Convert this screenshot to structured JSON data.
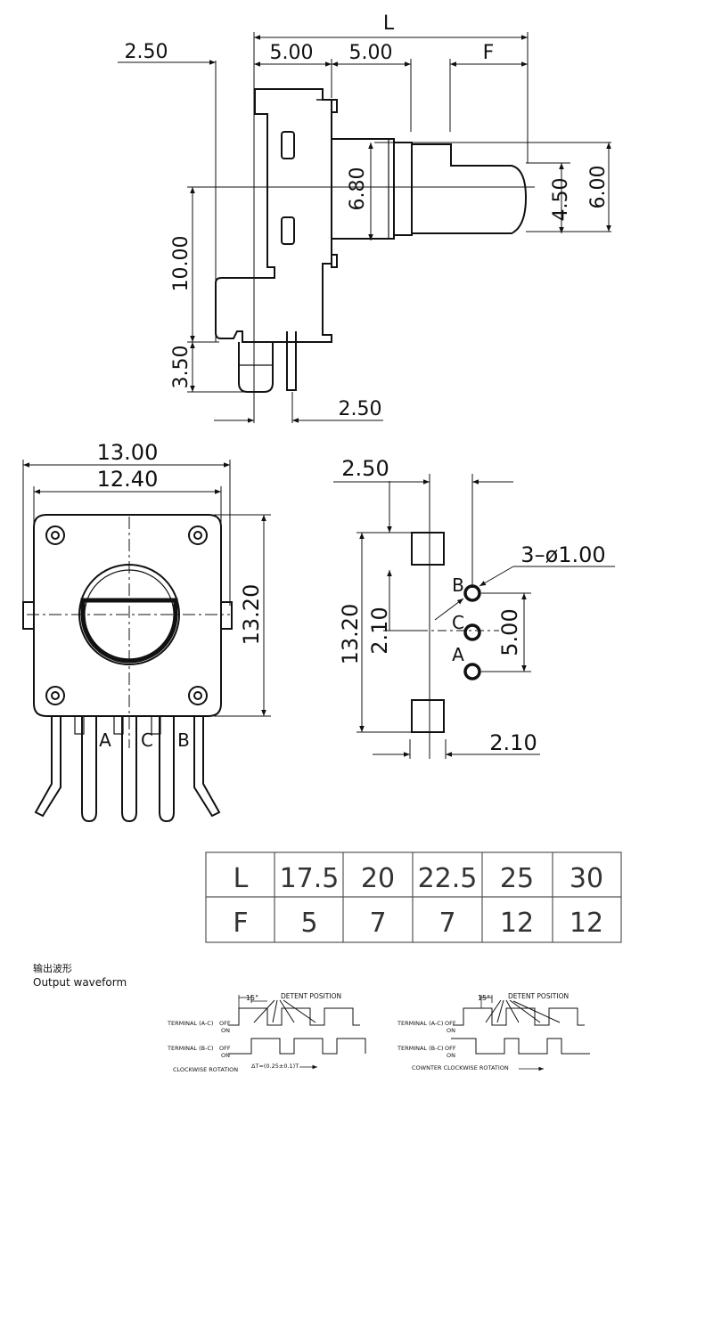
{
  "side_view": {
    "dims": {
      "L": "L",
      "top_left": "2.50",
      "pitch_a": "5.00",
      "pitch_b": "5.00",
      "F": "F",
      "body_h": "6.80",
      "shaft_tip": "4.50",
      "shaft_dia": "6.00",
      "height": "10.00",
      "pin_len": "3.50",
      "pin_offset": "2.50"
    }
  },
  "front_view": {
    "dims": {
      "width_outer": "13.00",
      "width_inner": "12.40",
      "height": "13.20"
    },
    "terminal_labels": [
      "A",
      "C",
      "B"
    ]
  },
  "pcb_layout": {
    "dims": {
      "top_offset": "2.50",
      "hole_spec": "3–ø1.00",
      "height": "13.20",
      "pad_offset": "2.10",
      "pin_pitch": "5.00",
      "bottom_offset": "2.10"
    },
    "terminal_labels": [
      "B",
      "C",
      "A"
    ]
  },
  "dimension_table": {
    "rows": [
      {
        "label": "L",
        "values": [
          "17.5",
          "20",
          "22.5",
          "25",
          "30"
        ]
      },
      {
        "label": "F",
        "values": [
          "5",
          "7",
          "7",
          "12",
          "12"
        ]
      }
    ]
  },
  "waveform_section": {
    "title_cn": "输出波形",
    "title_en": "Output waveform",
    "clockwise": {
      "angle": "15°",
      "detent": "DETENT POSITION",
      "terminal_ac": "TERMINAL (A-C)",
      "terminal_bc": "TERMINAL (B-C)",
      "off": "OFF",
      "on": "ON",
      "rotation": "CLOCKWISE ROTATION",
      "delta": "ΔT=(0.25±0.1)T"
    },
    "counter_clockwise": {
      "angle": "15°",
      "detent": "DETENT POSITION",
      "terminal_ac": "TERMINAL (A-C)",
      "terminal_bc": "TERMINAL (B-C)",
      "off": "OFF",
      "on": "ON",
      "rotation": "COWNTER CLOCKWISE ROTATION"
    }
  }
}
